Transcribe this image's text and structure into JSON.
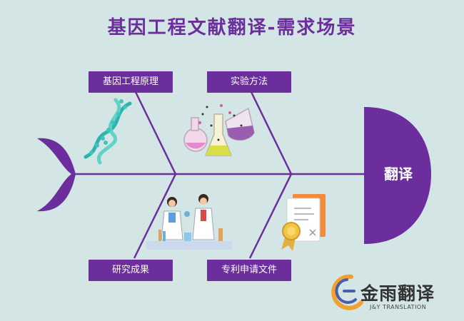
{
  "title": "基因工程文献翻译-需求场景",
  "head_label": "翻译",
  "top_bones": [
    {
      "label": "基因工程原理"
    },
    {
      "label": "实验方法"
    }
  ],
  "bottom_bones": [
    {
      "label": "研究成果"
    },
    {
      "label": "专利申请文件"
    }
  ],
  "logo": {
    "name_cn": "金雨翻译",
    "name_en": "J&Y TRANSLATION"
  },
  "colors": {
    "background": "#d3e6e5",
    "accent": "#6b2e9c",
    "box_text": "#ffffff"
  },
  "icons": [
    "dna-icon",
    "flasks-icon",
    "scientists-icon",
    "certificate-icon",
    "jy-logo-icon"
  ]
}
